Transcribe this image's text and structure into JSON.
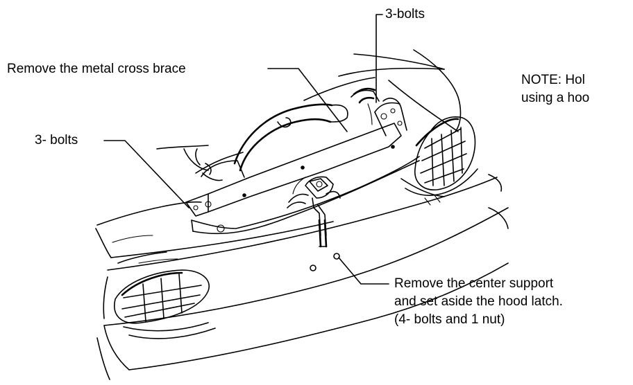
{
  "callouts": {
    "top_bolts": "3-bolts",
    "cross_brace": "Remove the metal cross brace",
    "left_bolts": "3- bolts",
    "note_line1": "NOTE:  Hol",
    "note_line2": "using a hoo",
    "center_line1": "Remove the center support",
    "center_line2": "and set aside the hood latch.",
    "center_line3": "(4- bolts and 1 nut)"
  }
}
